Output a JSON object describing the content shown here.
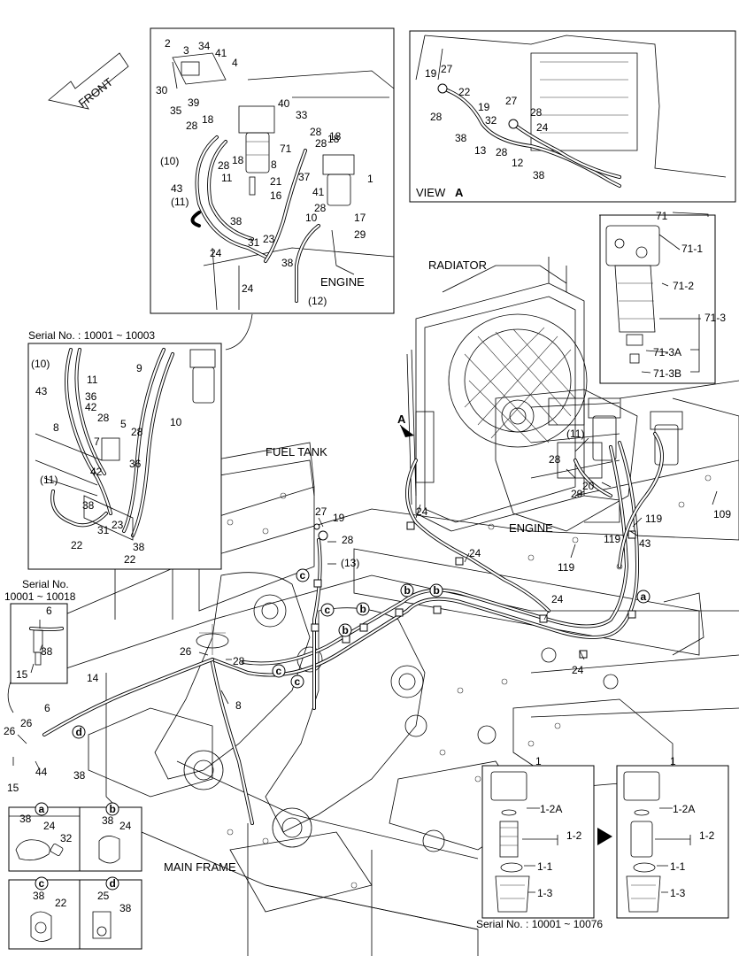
{
  "front_label": "FRONT",
  "view_a_label": "VIEW",
  "view_a_letter": "A",
  "section_labels": {
    "radiator": "RADIATOR",
    "fuel_tank": "FUEL TANK",
    "engine_main": "ENGINE",
    "engine_top": "ENGINE",
    "main_frame": "MAIN FRAME"
  },
  "serial_notes": {
    "box_left": "Serial No. : 10001 ~ 10003",
    "small_box_line1": "Serial No.",
    "small_box_line2": "10001 ~ 10018",
    "bottom_right": "Serial No. : 10001 ~ 10076"
  },
  "arrow_label_a": "A",
  "top_box_labels": [
    {
      "t": "2"
    },
    {
      "t": "3"
    },
    {
      "t": "34"
    },
    {
      "t": "41"
    },
    {
      "t": "4"
    },
    {
      "t": "30"
    },
    {
      "t": "39"
    },
    {
      "t": "35"
    },
    {
      "t": "40"
    },
    {
      "t": "33"
    },
    {
      "t": "18"
    },
    {
      "t": "28"
    },
    {
      "t": "28"
    },
    {
      "t": "18"
    },
    {
      "t": "71"
    },
    {
      "t": "28"
    },
    {
      "t": "18"
    },
    {
      "t": "(10)"
    },
    {
      "t": "28"
    },
    {
      "t": "18"
    },
    {
      "t": "8"
    },
    {
      "t": "1"
    },
    {
      "t": "11"
    },
    {
      "t": "21"
    },
    {
      "t": "37"
    },
    {
      "t": "43"
    },
    {
      "t": "16"
    },
    {
      "t": "41"
    },
    {
      "t": "(11)"
    },
    {
      "t": "28"
    },
    {
      "t": "10"
    },
    {
      "t": "17"
    },
    {
      "t": "38"
    },
    {
      "t": "29"
    },
    {
      "t": "31"
    },
    {
      "t": "23"
    },
    {
      "t": "24"
    },
    {
      "t": "38"
    },
    {
      "t": "24"
    },
    {
      "t": "(12)"
    }
  ],
  "view_a_labels": [
    {
      "t": "19"
    },
    {
      "t": "27"
    },
    {
      "t": "22"
    },
    {
      "t": "19"
    },
    {
      "t": "27"
    },
    {
      "t": "28"
    },
    {
      "t": "32"
    },
    {
      "t": "38"
    },
    {
      "t": "28"
    },
    {
      "t": "24"
    },
    {
      "t": "13"
    },
    {
      "t": "28"
    },
    {
      "t": "12"
    },
    {
      "t": "38"
    }
  ],
  "filter71_labels": [
    {
      "t": "71"
    },
    {
      "t": "71-1"
    },
    {
      "t": "71-2"
    },
    {
      "t": "71-3"
    },
    {
      "t": "71-3A"
    },
    {
      "t": "71-3B"
    }
  ],
  "left_box_labels": [
    {
      "t": "(10)"
    },
    {
      "t": "9"
    },
    {
      "t": "43"
    },
    {
      "t": "11"
    },
    {
      "t": "36"
    },
    {
      "t": "42"
    },
    {
      "t": "10"
    },
    {
      "t": "28"
    },
    {
      "t": "8"
    },
    {
      "t": "5"
    },
    {
      "t": "7"
    },
    {
      "t": "28"
    },
    {
      "t": "36"
    },
    {
      "t": "42"
    },
    {
      "t": "(11)"
    },
    {
      "t": "38"
    },
    {
      "t": "31"
    },
    {
      "t": "23"
    },
    {
      "t": "22"
    },
    {
      "t": "38"
    },
    {
      "t": "22"
    }
  ],
  "main_labels": [
    {
      "t": "(11)"
    },
    {
      "t": "28"
    },
    {
      "t": "20"
    },
    {
      "t": "29"
    },
    {
      "t": "24"
    },
    {
      "t": "119"
    },
    {
      "t": "109"
    },
    {
      "t": "119"
    },
    {
      "t": "43"
    },
    {
      "t": "27"
    },
    {
      "t": "19"
    },
    {
      "t": "28"
    },
    {
      "t": "24"
    },
    {
      "t": "(13)"
    },
    {
      "t": "119"
    },
    {
      "t": "24"
    },
    {
      "t": "24"
    },
    {
      "t": "26"
    },
    {
      "t": "28"
    },
    {
      "t": "14"
    },
    {
      "t": "8"
    },
    {
      "t": "26"
    },
    {
      "t": "6"
    },
    {
      "t": "44"
    },
    {
      "t": "38"
    },
    {
      "t": "15"
    },
    {
      "t": "6"
    },
    {
      "t": "38"
    },
    {
      "t": "15"
    },
    {
      "t": "26"
    }
  ],
  "callouts": [
    "a",
    "b",
    "b",
    "b",
    "b",
    "c",
    "c",
    "c",
    "c",
    "d"
  ],
  "detail_boxes": [
    {
      "key": "a",
      "labels": [
        "38",
        "24",
        "32"
      ]
    },
    {
      "key": "b",
      "labels": [
        "38",
        "24"
      ]
    },
    {
      "key": "c",
      "labels": [
        "38",
        "22"
      ]
    },
    {
      "key": "d",
      "labels": [
        "25",
        "38"
      ]
    }
  ],
  "filter1_left_labels": [
    "1",
    "1-2A",
    "1-2",
    "1-1",
    "1-3"
  ],
  "filter1_right_labels": [
    "1",
    "1-2A",
    "1-2",
    "1-1",
    "1-3"
  ]
}
